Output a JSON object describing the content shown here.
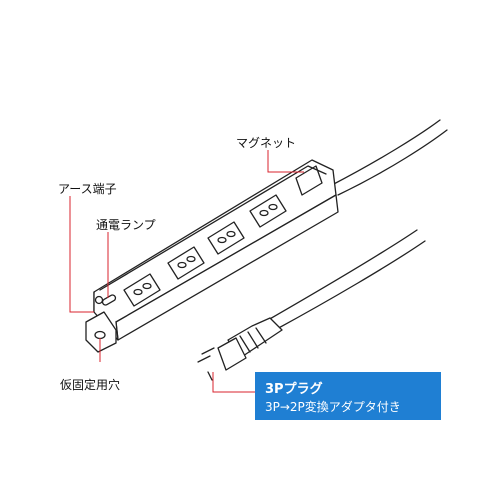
{
  "labels": {
    "magnet": "マグネット",
    "earth_terminal": "アース端子",
    "power_lamp": "通電ランプ",
    "mounting_hole": "仮固定用穴"
  },
  "callout": {
    "title": "3Pプラグ",
    "subtitle": "3P→2P変換アダプタ付き",
    "color": "#1f7fd3"
  },
  "leader_color": "#d9232e",
  "outlet_count": 4
}
